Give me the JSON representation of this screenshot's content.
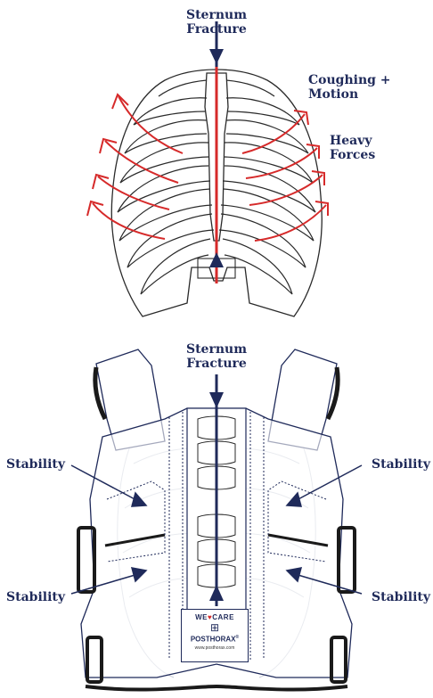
{
  "top_diagram": {
    "title_line1": "Sternum",
    "title_line2": "Fracture",
    "label_coughing_line1": "Coughing +",
    "label_coughing_line2": "Motion",
    "label_forces_line1": "Heavy",
    "label_forces_line2": "Forces"
  },
  "bottom_diagram": {
    "title_line1": "Sternum",
    "title_line2": "Fracture",
    "stability_left_top": "Stability",
    "stability_right_top": "Stability",
    "stability_left_bottom": "Stability",
    "stability_right_bottom": "Stability",
    "brand": {
      "tagline_prefix": "WE",
      "tagline_suffix": "CARE",
      "logo_glyph": "⊞",
      "name": "POSTHORAX",
      "trademark": "®",
      "url": "www.posthorax.com"
    }
  },
  "colors": {
    "navy": "#1f2a5a",
    "red": "#d62a2a",
    "bone_outline": "#2a2a2a"
  }
}
